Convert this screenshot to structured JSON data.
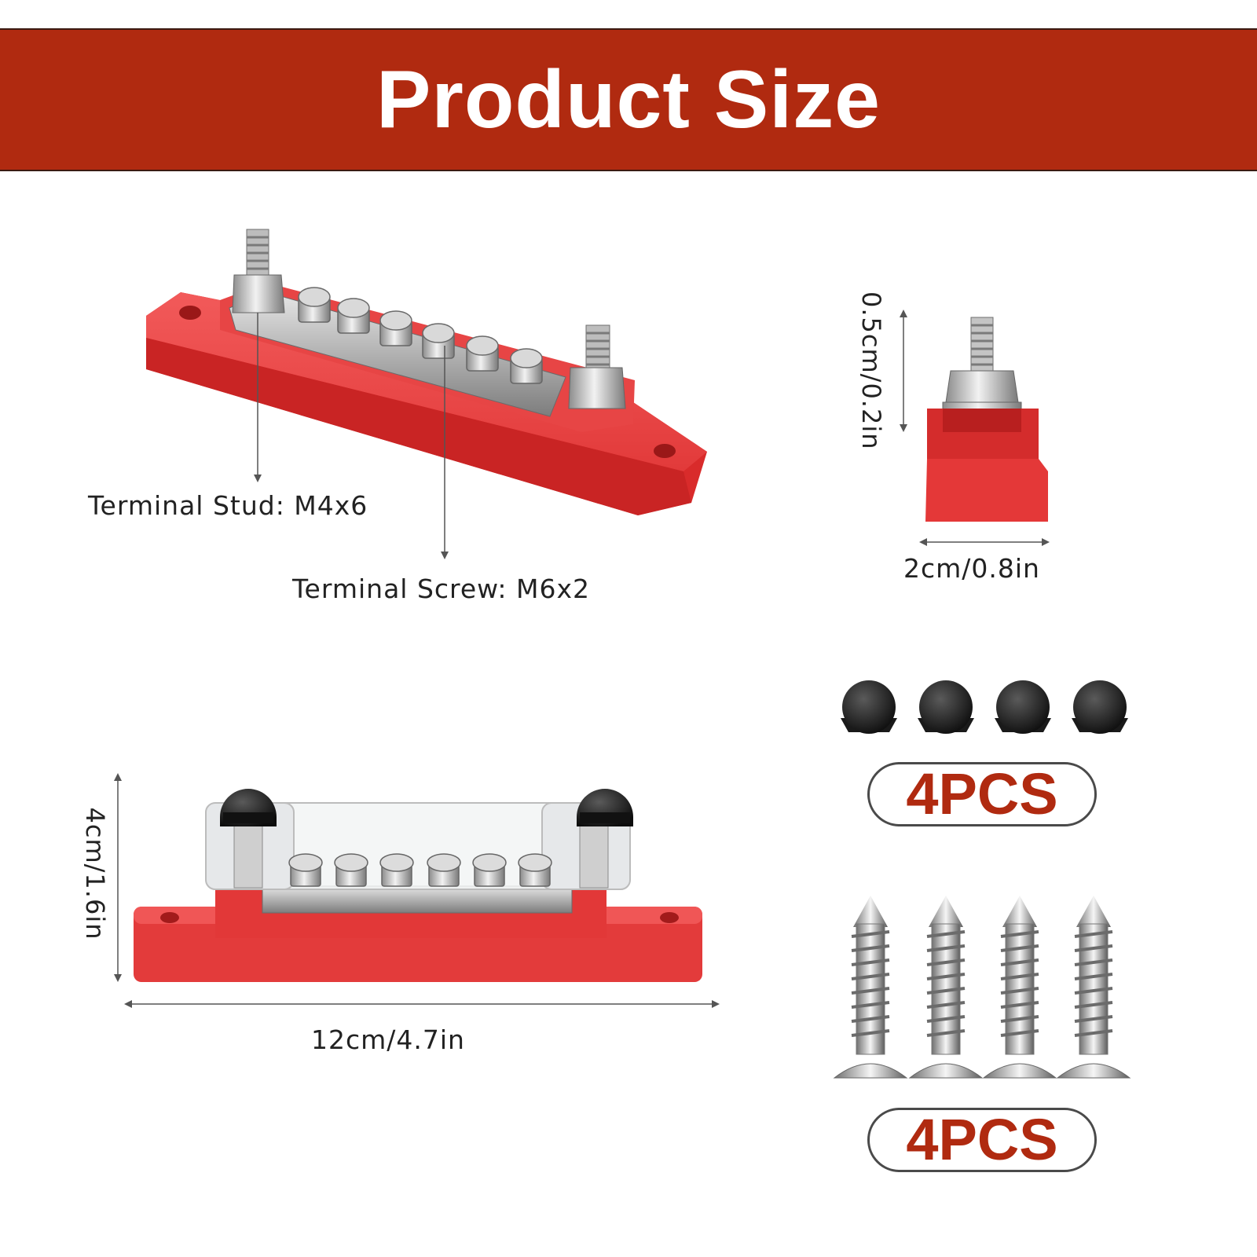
{
  "header": {
    "title": "Product Size"
  },
  "labels": {
    "terminal_stud": "Terminal Stud: M4x6",
    "terminal_screw": "Terminal Screw: M6x2",
    "stud_height": "0.5cm/0.2in",
    "stud_width": "2cm/0.8in",
    "bar_height": "4cm/1.6in",
    "bar_length": "12cm/4.7in"
  },
  "accessories": {
    "caps_quantity": "4PCS",
    "screws_quantity": "4PCS"
  },
  "colors": {
    "banner": "#b02a10",
    "base_red": "#e8393a",
    "quantity_text": "#b02a10"
  }
}
